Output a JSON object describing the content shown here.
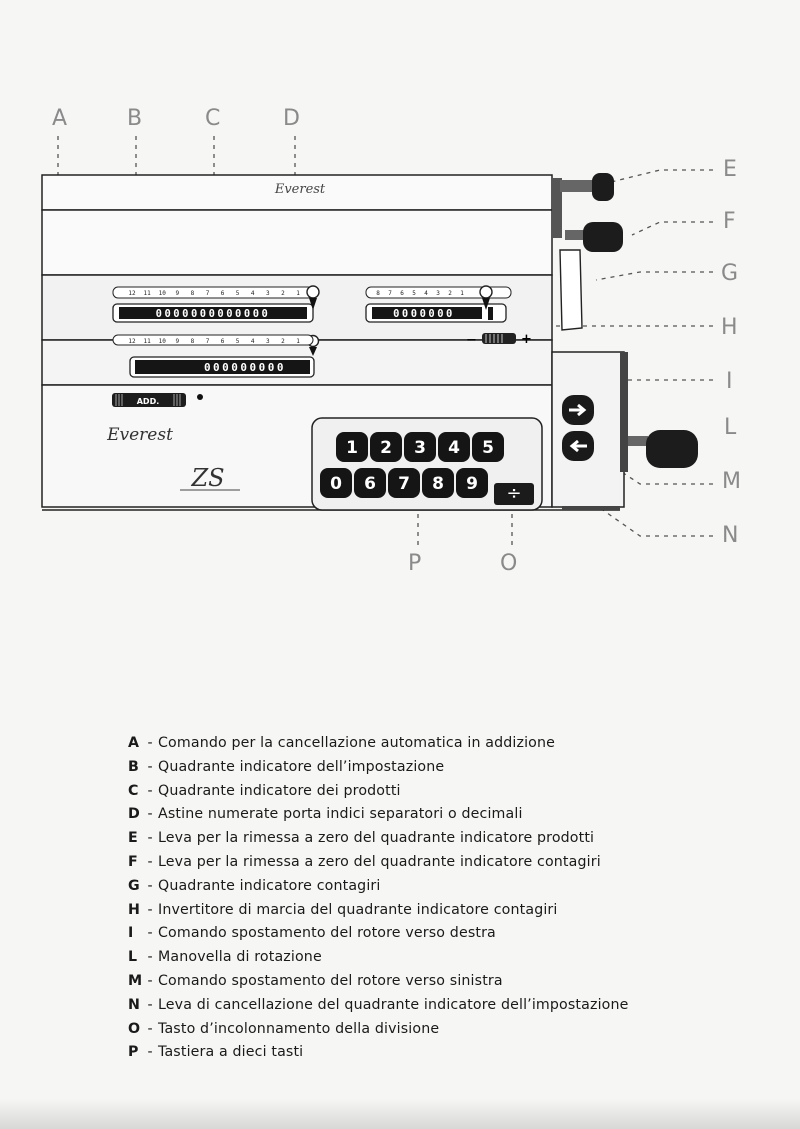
{
  "labels": {
    "A": "A",
    "B": "B",
    "C": "C",
    "D": "D",
    "E": "E",
    "F": "F",
    "G": "G",
    "H": "H",
    "I": "I",
    "L": "L",
    "M": "M",
    "N": "N",
    "O": "O",
    "P": "P"
  },
  "machine": {
    "brand_top": "Everest",
    "brand_front": "Everest",
    "model": "ZS",
    "add_button": "ADD.",
    "minus": "−",
    "plus": "+",
    "upper_scale": [
      "12",
      "11",
      "10",
      "9",
      "8",
      "7",
      "6",
      "5",
      "4",
      "3",
      "2",
      "1"
    ],
    "counter_scale": [
      "8",
      "7",
      "6",
      "5",
      "4",
      "3",
      "2",
      "1"
    ],
    "lower_scale": [
      "12",
      "11",
      "10",
      "9",
      "8",
      "7",
      "6",
      "5",
      "4",
      "3",
      "2",
      "1"
    ],
    "product_register": "0000000000000",
    "counter_register": "0000000",
    "input_register": "000000000",
    "keys_row1": [
      "1",
      "2",
      "3",
      "4",
      "5"
    ],
    "keys_row2": [
      "0",
      "6",
      "7",
      "8",
      "9"
    ],
    "division_key": "÷"
  },
  "legend": [
    {
      "key": "A",
      "text": "Comando per la cancellazione automatica in addizione"
    },
    {
      "key": "B",
      "text": "Quadrante indicatore dell’impostazione"
    },
    {
      "key": "C",
      "text": "Quadrante indicatore dei prodotti"
    },
    {
      "key": "D",
      "text": "Astine numerate porta indici separatori o decimali"
    },
    {
      "key": "E",
      "text": "Leva per la rimessa a zero del quadrante indicatore prodotti"
    },
    {
      "key": "F",
      "text": "Leva per la rimessa a zero del quadrante indicatore contagiri"
    },
    {
      "key": "G",
      "text": "Quadrante indicatore contagiri"
    },
    {
      "key": "H",
      "text": "Invertitore di marcia del quadrante indicatore contagiri"
    },
    {
      "key": "I",
      "text": "Comando spostamento del rotore verso destra"
    },
    {
      "key": "L",
      "text": "Manovella di rotazione"
    },
    {
      "key": "M",
      "text": "Comando spostamento del rotore verso sinistra"
    },
    {
      "key": "N",
      "text": "Leva di cancellazione del quadrante indicatore dell’impostazione"
    },
    {
      "key": "O",
      "text": "Tasto d’incolonnamento della divisione"
    },
    {
      "key": "P",
      "text": "Tastiera a dieci tasti"
    }
  ]
}
